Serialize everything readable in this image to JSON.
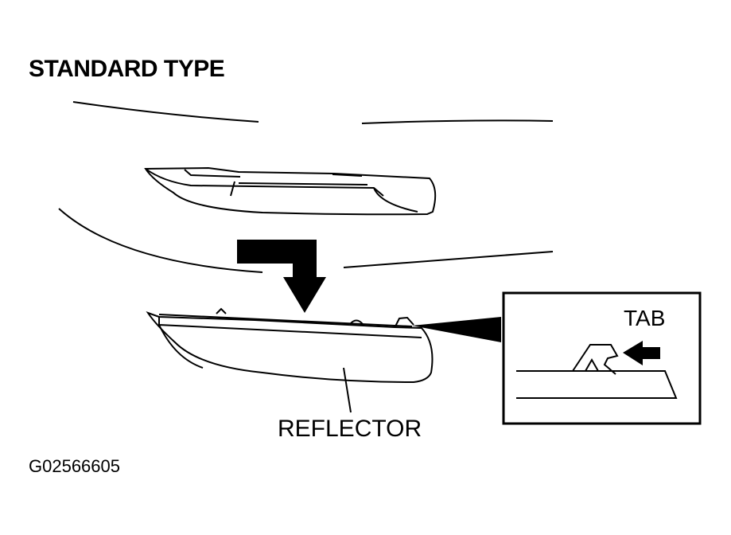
{
  "title": "STANDARD TYPE",
  "labels": {
    "reflector": "REFLECTOR",
    "tab": "TAB",
    "figure_code": "G02566605"
  }
}
